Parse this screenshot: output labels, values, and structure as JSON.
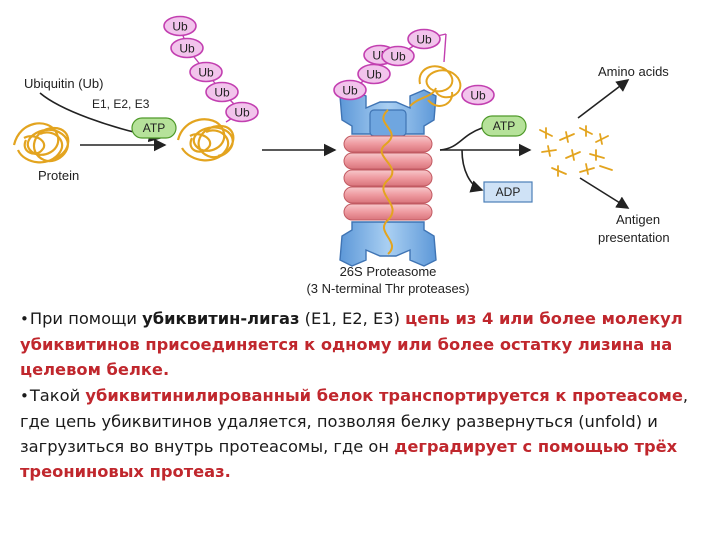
{
  "diagram": {
    "ubiquitin_label": "Ubiquitin (Ub)",
    "enzymes_label": "E1, E2, E3",
    "atp_left": "ATP",
    "protein_label": "Protein",
    "ub": "Ub",
    "atp_right": "ATP",
    "adp": "ADP",
    "amino_acids": "Amino acids",
    "antigen_line1": "Antigen",
    "antigen_line2": "presentation",
    "proteasome_line1": "26S Proteasome",
    "proteasome_line2": "(3 N-terminal Thr proteases)"
  },
  "bullet1": {
    "dot": "•",
    "t1": "При помощи ",
    "t2": "убиквитин-лигаз",
    "t3": " (Е1, Е2, Е3) ",
    "t4": "цепь из 4 или более молекул убиквитинов присоединяется к одному или более остатку лизина на целевом белке."
  },
  "bullet2": {
    "dot": "•",
    "t1": "Такой ",
    "t2": "убиквитинилированный белок транспортируется к протеасоме",
    "t3": ", где цепь убиквитинов удаляется, позволяя белку развернуться (unfold) и загрузиться во внутрь протеасомы, где он ",
    "t4": "деградирует с помощью трёх треониновых протеаз",
    "t5": "."
  },
  "colors": {
    "ub_fill": "#f2c4ec",
    "ub_stroke": "#c23fb0",
    "atp_fill": "#b6e29a",
    "adp_fill": "#cfe2f6",
    "proteasome_cap": "#86b8ea",
    "proteasome_ring": "#f1a9ae",
    "protein_yellow": "#f4b930",
    "text_red": "#c0272d"
  }
}
